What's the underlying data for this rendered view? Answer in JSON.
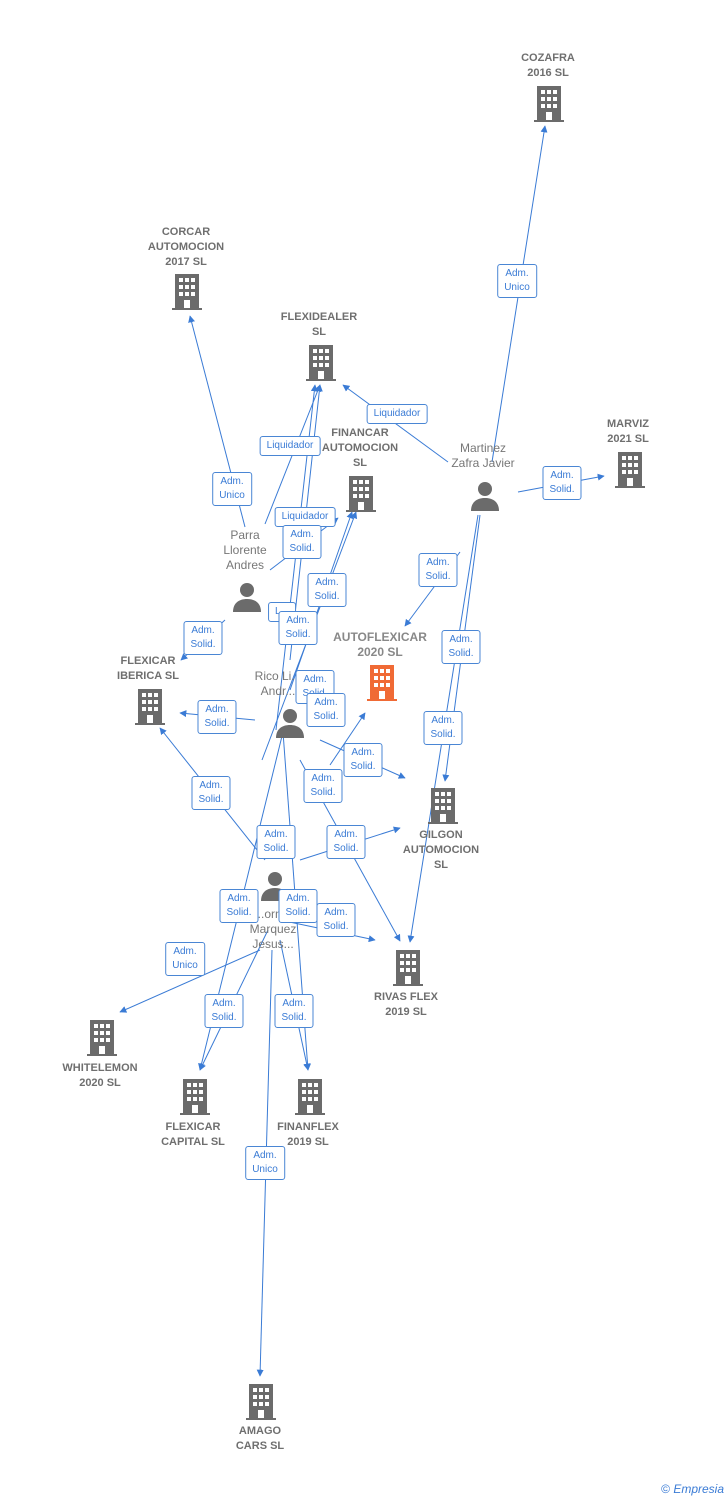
{
  "colors": {
    "edge": "#3a7bd5",
    "building": "#6b6b6b",
    "focus": "#f06a35",
    "person": "#6b6b6b"
  },
  "companies": {
    "cozafra": "COZAFRA\n2016  SL",
    "corcar": "CORCAR\nAUTOMOCION\n2017  SL",
    "flexidealer": "FLEXIDEALER\nSL",
    "financar": "FINANCAR\nAUTOMOCION\nSL",
    "marviz": "MARVIZ\n2021  SL",
    "autoflexicar": "AUTOFLEXICAR\n2020  SL",
    "flexicar_iberica": "FLEXICAR\nIBERICA  SL",
    "gilgon": "GILGON\nAUTOMOCION\nSL",
    "rivas_flex": "RIVAS FLEX\n2019  SL",
    "whitelemon": "WHITELEMON\n2020  SL",
    "flexicar_capital": "FLEXICAR\nCAPITAL  SL",
    "finanflex": "FINANFLEX\n2019  SL",
    "amago": "AMAGO\nCARS  SL"
  },
  "persons": {
    "martinez": "Martinez\nZafra Javier",
    "parra": "Parra\nLlorente\nAndres",
    "rico": "Rico Li...\nAndr...",
    "marquez": "...orn...\nMarquez\nJesus..."
  },
  "relations": {
    "adm_unico": "Adm.\nUnico",
    "adm_solid": "Adm.\nSolid.",
    "liquidador": "Liquidador",
    "l_partial": "L..."
  },
  "copyright": {
    "symbol": "©",
    "brand": "Empresia"
  }
}
